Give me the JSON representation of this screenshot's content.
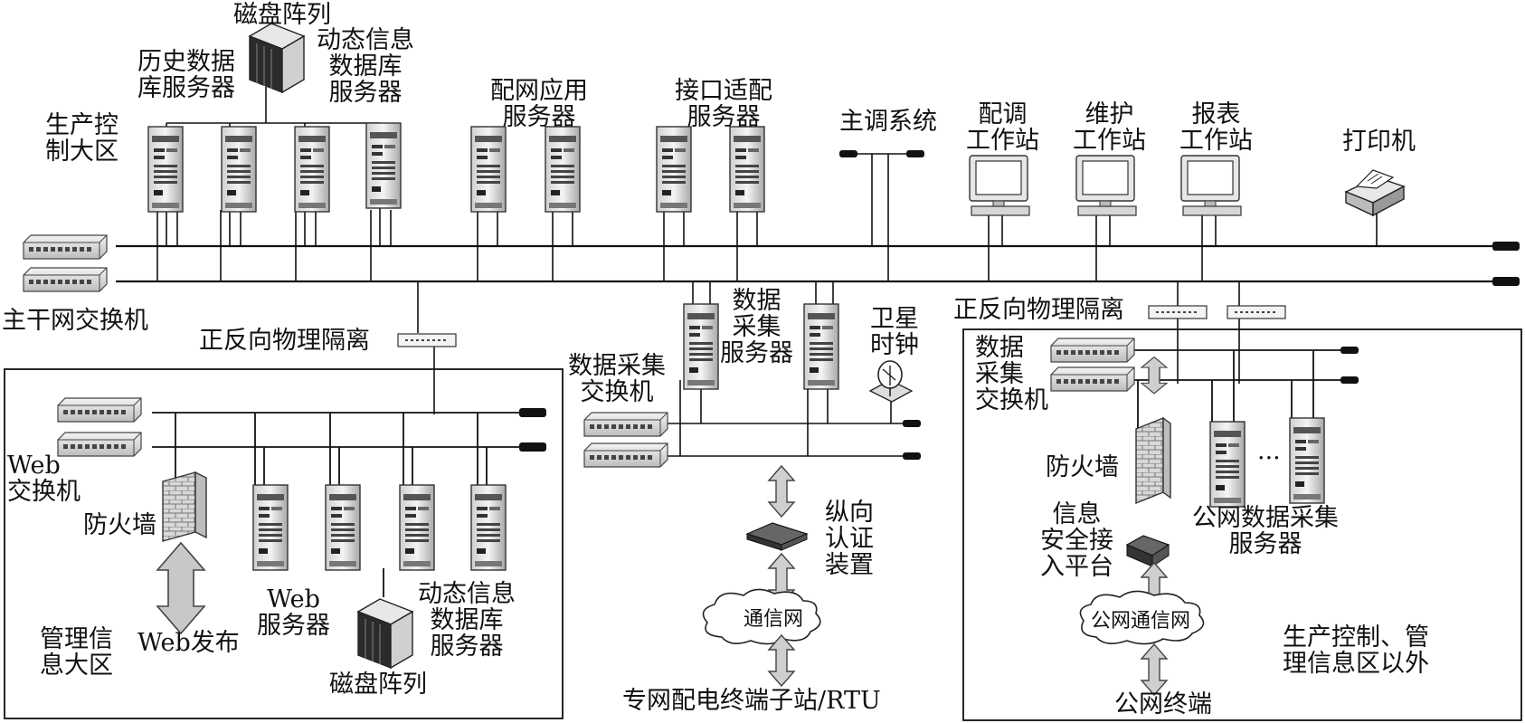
{
  "production_zone": {
    "zone_label": "生产控\n制大区",
    "disk_array_label": "磁盘阵列",
    "history_db_label": "历史数据\n库服务器",
    "dynamic_db_label": "动态信息\n数据库\n服务器",
    "dist_app_label": "配网应用\n服务器",
    "interface_label": "接口适配\n服务器",
    "main_dispatch_label": "主调系统",
    "ws_dispatch_label": "配调\n工作站",
    "ws_maint_label": "维护\n工作站",
    "ws_report_label": "报表\n工作站",
    "printer_label": "打印机",
    "backbone_switch_label": "主干网交换机",
    "isolation_left_label": "正反向物理隔离",
    "isolation_right_label": "正反向物理隔离"
  },
  "collection": {
    "acq_server_label": "数据\n采集\n服务器",
    "acq_switch_label": "数据采集\n交换机",
    "satellite_clock_label": "卫星\n时钟",
    "vertical_auth_label": "纵向\n认证\n装置",
    "comm_net_label": "通信网",
    "rtu_label": "专网配电终端子站/RTU"
  },
  "management_zone": {
    "web_switch_label": "Web\n交换机",
    "firewall_label": "防火墙",
    "web_publish_label": "Web发布",
    "web_server_label": "Web\n服务器",
    "dynamic_db_label": "动态信息\n数据库\n服务器",
    "disk_array_label": "磁盘阵列",
    "zone_label": "管理信\n息大区"
  },
  "external_zone": {
    "acq_switch_label": "数据\n采集\n交换机",
    "firewall_label": "防火墙",
    "info_platform_label": "信息\n安全接\n入平台",
    "public_acq_server_label": "公网数据采集\n服务器",
    "ellipsis": "···",
    "public_net_label": "公网通信网",
    "zone_label": "生产控制、管\n理信息区以外",
    "public_terminal_label": "公网终端"
  }
}
